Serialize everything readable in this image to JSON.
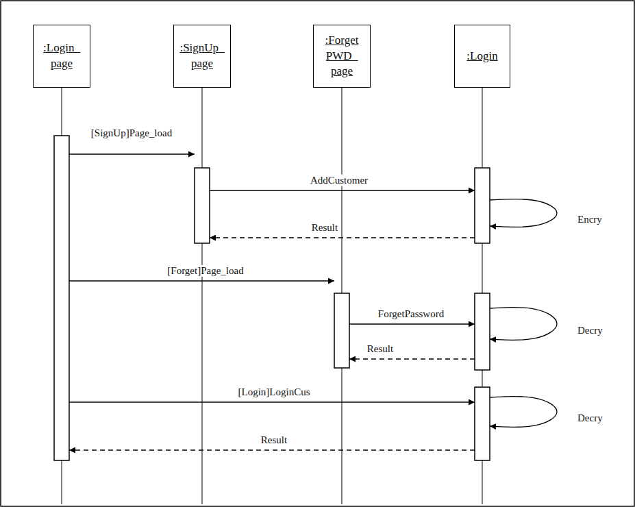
{
  "diagram": {
    "nodes": [
      {
        "text": [
          ":Login_ page"
        ]
      },
      {
        "text": [
          ":SignUp_ page"
        ]
      },
      {
        "text": [
          ":Forget PWD_ page"
        ]
      },
      {
        "text": [
          ":Login"
        ]
      }
    ],
    "edges": [
      {
        "from": 0,
        "to": 1,
        "label": "[SignUp]Page_load",
        "arrow": "to"
      },
      {
        "from": 1,
        "to": 3,
        "label": "AddCustomer",
        "arrow": "to"
      },
      {
        "from": 3,
        "to": 3,
        "label": "Encry",
        "arrow": "to"
      },
      {
        "from": 3,
        "to": 1,
        "label": "Result",
        "arrow": "to"
      },
      {
        "from": 0,
        "to": 2,
        "label": "[Forget]Page_load",
        "arrow": "to"
      },
      {
        "from": 2,
        "to": 3,
        "label": "ForgetPassword",
        "arrow": "to"
      },
      {
        "from": 3,
        "to": 3,
        "label": "Decry",
        "arrow": "to"
      },
      {
        "from": 3,
        "to": 2,
        "label": "Result",
        "arrow": "to"
      },
      {
        "from": 0,
        "to": 3,
        "label": "[Login]LoginCus",
        "arrow": "to"
      },
      {
        "from": 3,
        "to": 3,
        "label": "Decry",
        "arrow": "to"
      },
      {
        "from": 3,
        "to": 0,
        "label": "Result",
        "arrow": "to"
      }
    ]
  }
}
